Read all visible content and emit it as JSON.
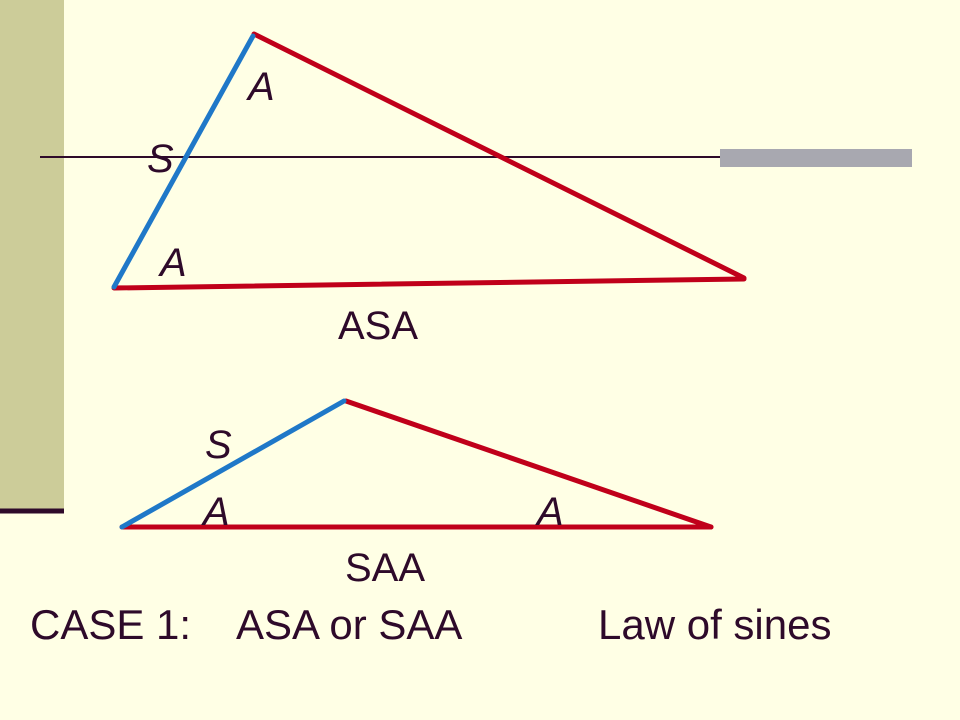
{
  "colors": {
    "background": "#FFFFE5",
    "sidebar": "#CCCC99",
    "text": "#2E0A2A",
    "side_red": "#C0001A",
    "side_blue": "#1F78C8",
    "rule_dark": "#2E0A2A",
    "rule_gray": "#A8A8B0"
  },
  "asa_triangle": {
    "vertex_labels": {
      "top_angle": "A",
      "side": "S",
      "bottom_angle": "A"
    },
    "case_label": "ASA"
  },
  "saa_triangle": {
    "vertex_labels": {
      "side": "S",
      "left_angle": "A",
      "right_angle": "A"
    },
    "case_label": "SAA"
  },
  "footer": {
    "case": "CASE 1:",
    "cases": "ASA or SAA",
    "law": "Law of sines"
  }
}
